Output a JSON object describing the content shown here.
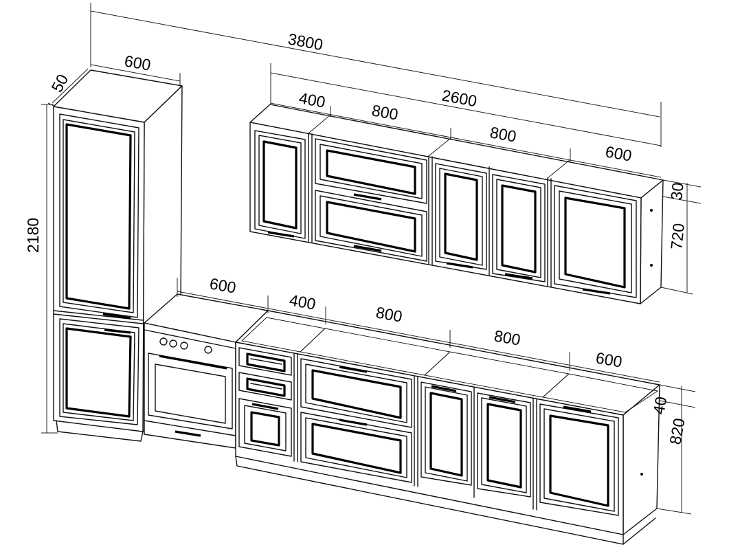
{
  "dimensions": {
    "total_width": "3800",
    "tall_depth": "600",
    "tall_offset": "50",
    "tall_height": "2180",
    "upper_width": "2600",
    "upper_400": "400",
    "upper_800_a": "800",
    "upper_800_b": "800",
    "upper_600": "600",
    "upper_top": "30",
    "upper_height": "720",
    "base_oven": "600",
    "base_400": "400",
    "base_800_a": "800",
    "base_800_b": "800",
    "base_600": "600",
    "base_top": "40",
    "base_height": "820"
  }
}
